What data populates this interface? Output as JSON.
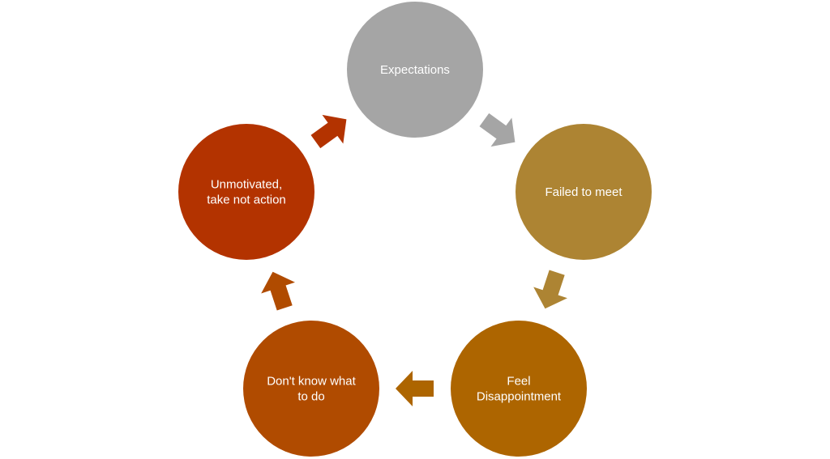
{
  "nodes": [
    {
      "id": "expectations",
      "lines": [
        "Expectations"
      ],
      "color": "#a5a5a5"
    },
    {
      "id": "failed-to-meet",
      "lines": [
        "Failed to meet"
      ],
      "color": "#ad8433"
    },
    {
      "id": "feel-disappointment",
      "lines": [
        "Feel",
        "Disappointment"
      ],
      "color": "#ad6500"
    },
    {
      "id": "dont-know-what-to-do",
      "lines": [
        "Don't know what",
        "to do"
      ],
      "color": "#b04b00"
    },
    {
      "id": "unmotivated",
      "lines": [
        "Unmotivated,",
        "take not action"
      ],
      "color": "#b33300"
    }
  ],
  "arrows": [
    {
      "from": "expectations",
      "to": "failed-to-meet",
      "color": "#a5a5a5"
    },
    {
      "from": "failed-to-meet",
      "to": "feel-disappointment",
      "color": "#ad8433"
    },
    {
      "from": "feel-disappointment",
      "to": "dont-know-what-to-do",
      "color": "#ad6500"
    },
    {
      "from": "dont-know-what-to-do",
      "to": "unmotivated",
      "color": "#b04b00"
    },
    {
      "from": "unmotivated",
      "to": "expectations",
      "color": "#b33300"
    }
  ]
}
